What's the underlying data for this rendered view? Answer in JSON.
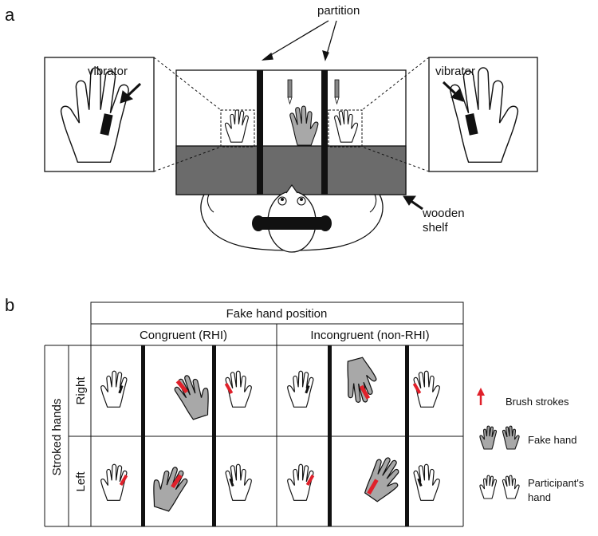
{
  "panel_a": {
    "letter": "a",
    "labels": {
      "partition": "partition",
      "vibrator_left": "vibrator",
      "vibrator_right": "vibrator",
      "wooden_line1": "wooden",
      "wooden_line2": "shelf"
    }
  },
  "panel_b": {
    "letter": "b",
    "header": "Fake hand position",
    "congruent": "Congruent (RHI)",
    "incongruent": "Incongruent (non-RHI)",
    "row_group": "Stroked hands",
    "row_right": "Right",
    "row_left": "Left"
  },
  "legend": {
    "brush": "Brush strokes",
    "fake": "Fake hand",
    "participant_line1": "Participant's",
    "participant_line2": "hand"
  },
  "colors": {
    "shelf": "#6b6b6b",
    "fake_hand": "#a8a8a8",
    "brush": "#e0202a",
    "partition": "#111111"
  }
}
